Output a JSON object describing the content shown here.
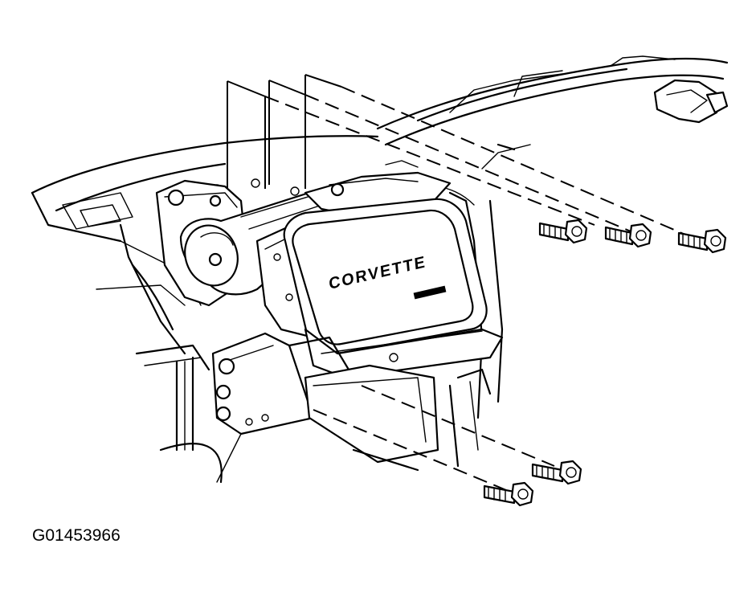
{
  "figure": {
    "id_label": "G01453966",
    "emblem_text": "CORVETTE",
    "line_color": "#000000",
    "background": "#ffffff"
  },
  "parts": {
    "upper_bolts": 3,
    "lower_bolts": 2,
    "upper_brackets": 3
  }
}
